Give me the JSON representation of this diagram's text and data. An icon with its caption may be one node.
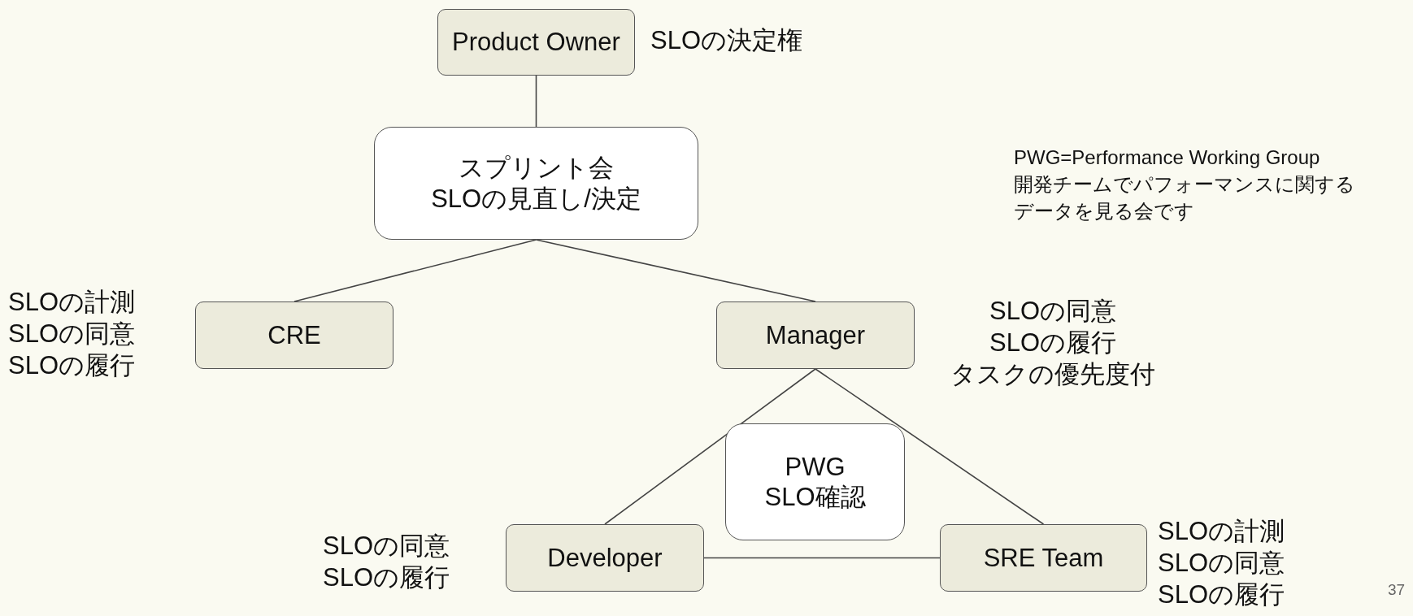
{
  "diagram": {
    "nodes": [
      {
        "text": [
          "Product Owner"
        ],
        "beside": [
          "SLOの決定権"
        ]
      },
      {
        "text": [
          "スプリント会",
          "SLOの見直し/決定"
        ]
      },
      {
        "text": [
          "CRE"
        ],
        "beside": [
          "SLOの計測",
          "SLOの同意",
          "SLOの履行"
        ]
      },
      {
        "text": [
          "Manager"
        ],
        "beside": [
          "SLOの同意",
          "SLOの履行",
          "タスクの優先度付"
        ]
      },
      {
        "text": [
          "PWG",
          "SLO確認"
        ]
      },
      {
        "text": [
          "Developer"
        ],
        "beside": [
          "SLOの同意",
          "SLOの履行"
        ]
      },
      {
        "text": [
          "SRE Team"
        ],
        "beside": [
          "SLOの計測",
          "SLOの同意",
          "SLOの履行"
        ]
      }
    ],
    "edges": [
      {
        "from": 0,
        "to": 1,
        "arrow": "none"
      },
      {
        "from": 1,
        "to": 2,
        "arrow": "none"
      },
      {
        "from": 1,
        "to": 3,
        "arrow": "none"
      },
      {
        "from": 3,
        "to": 5,
        "arrow": "none"
      },
      {
        "from": 3,
        "to": 6,
        "arrow": "none"
      },
      {
        "from": 5,
        "to": 6,
        "arrow": "none"
      }
    ],
    "labels": [
      "PWG=Performance Working Group",
      "開発チームでパフォーマンスに関する",
      "データを見る会です",
      "37"
    ]
  }
}
